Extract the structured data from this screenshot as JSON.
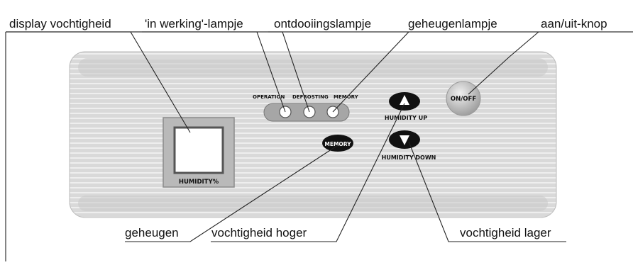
{
  "callouts": {
    "display_humidity": "display vochtigheid",
    "operation_lamp": "'in werking'-lampje",
    "defrost_lamp": "ontdooiingslampje",
    "memory_lamp": "geheugenlampje",
    "power_button": "aan/uit-knop",
    "memory": "geheugen",
    "humidity_up": "vochtigheid hoger",
    "humidity_down": "vochtigheid lager"
  },
  "panel": {
    "operation_label": "OPERATION",
    "defrosting_label": "DEFROSTING",
    "memory_label": "MEMORY",
    "memory_button_label": "MEMORY",
    "humidity_up_label": "HUMIDITY UP",
    "humidity_down_label": "HUMIDITY DOWN",
    "power_label": "ON/OFF",
    "display_label": "HUMIDITY%"
  }
}
